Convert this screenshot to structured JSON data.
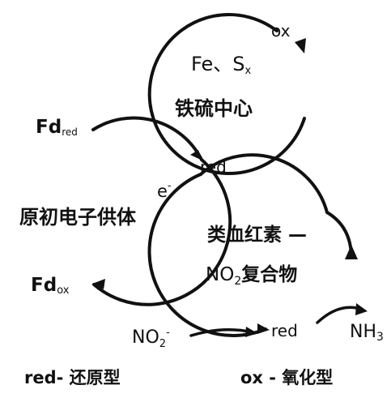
{
  "colors": {
    "ink": "#111111",
    "background": "#ffffff"
  },
  "fe_s_center": {
    "formula_fe": "Fe",
    "formula_sep": "、",
    "formula_s": "S",
    "formula_sub": "x",
    "name": "铁硫中心",
    "ox_label": "ox",
    "red_label": "red"
  },
  "primary_donor": {
    "name": "原初电子供体",
    "electron": "e",
    "electron_sup": "-"
  },
  "ferredoxin": {
    "reduced_main": "Fd",
    "reduced_sub": "red",
    "oxidized_main": "Fd",
    "oxidized_sub": "ox"
  },
  "siroheme_complex": {
    "line1": "类血红素 —",
    "line2_formula": "NO",
    "line2_sub": "2",
    "line2_rest": "复合物",
    "red_label": "red"
  },
  "substrate": {
    "main": "NO",
    "sub": "2",
    "sup": "-"
  },
  "product": {
    "main": "NH",
    "sub": "3"
  },
  "legend": {
    "red_def": "red- 还原型",
    "ox_def": "ox - 氧化型"
  }
}
